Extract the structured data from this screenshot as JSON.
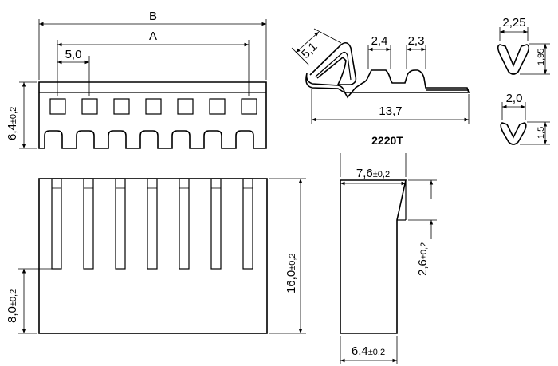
{
  "dimensions": {
    "b": "B",
    "a": "A",
    "pitch": "5,0",
    "height_front": "6,4",
    "height_front_tol": "±0,2",
    "contact_tip": "5,1",
    "contact_w1": "2,4",
    "contact_w2": "2,3",
    "contact_length": "13,7",
    "v_top_width": "2,25",
    "v_top_height": "1,95",
    "v_bottom_width": "2,0",
    "v_bottom_height": "1,5",
    "side_width_top": "7,6",
    "side_width_top_tol": "±0,2",
    "side_notch": "2,6",
    "side_notch_tol": "±0,2",
    "side_width_bottom": "6,4",
    "side_width_bottom_tol": "±0,2",
    "body_height": "16,0",
    "body_height_tol": "±0,2",
    "lower_height": "8,0",
    "lower_height_tol": "±0,2"
  },
  "labels": {
    "part_number": "2220T"
  }
}
